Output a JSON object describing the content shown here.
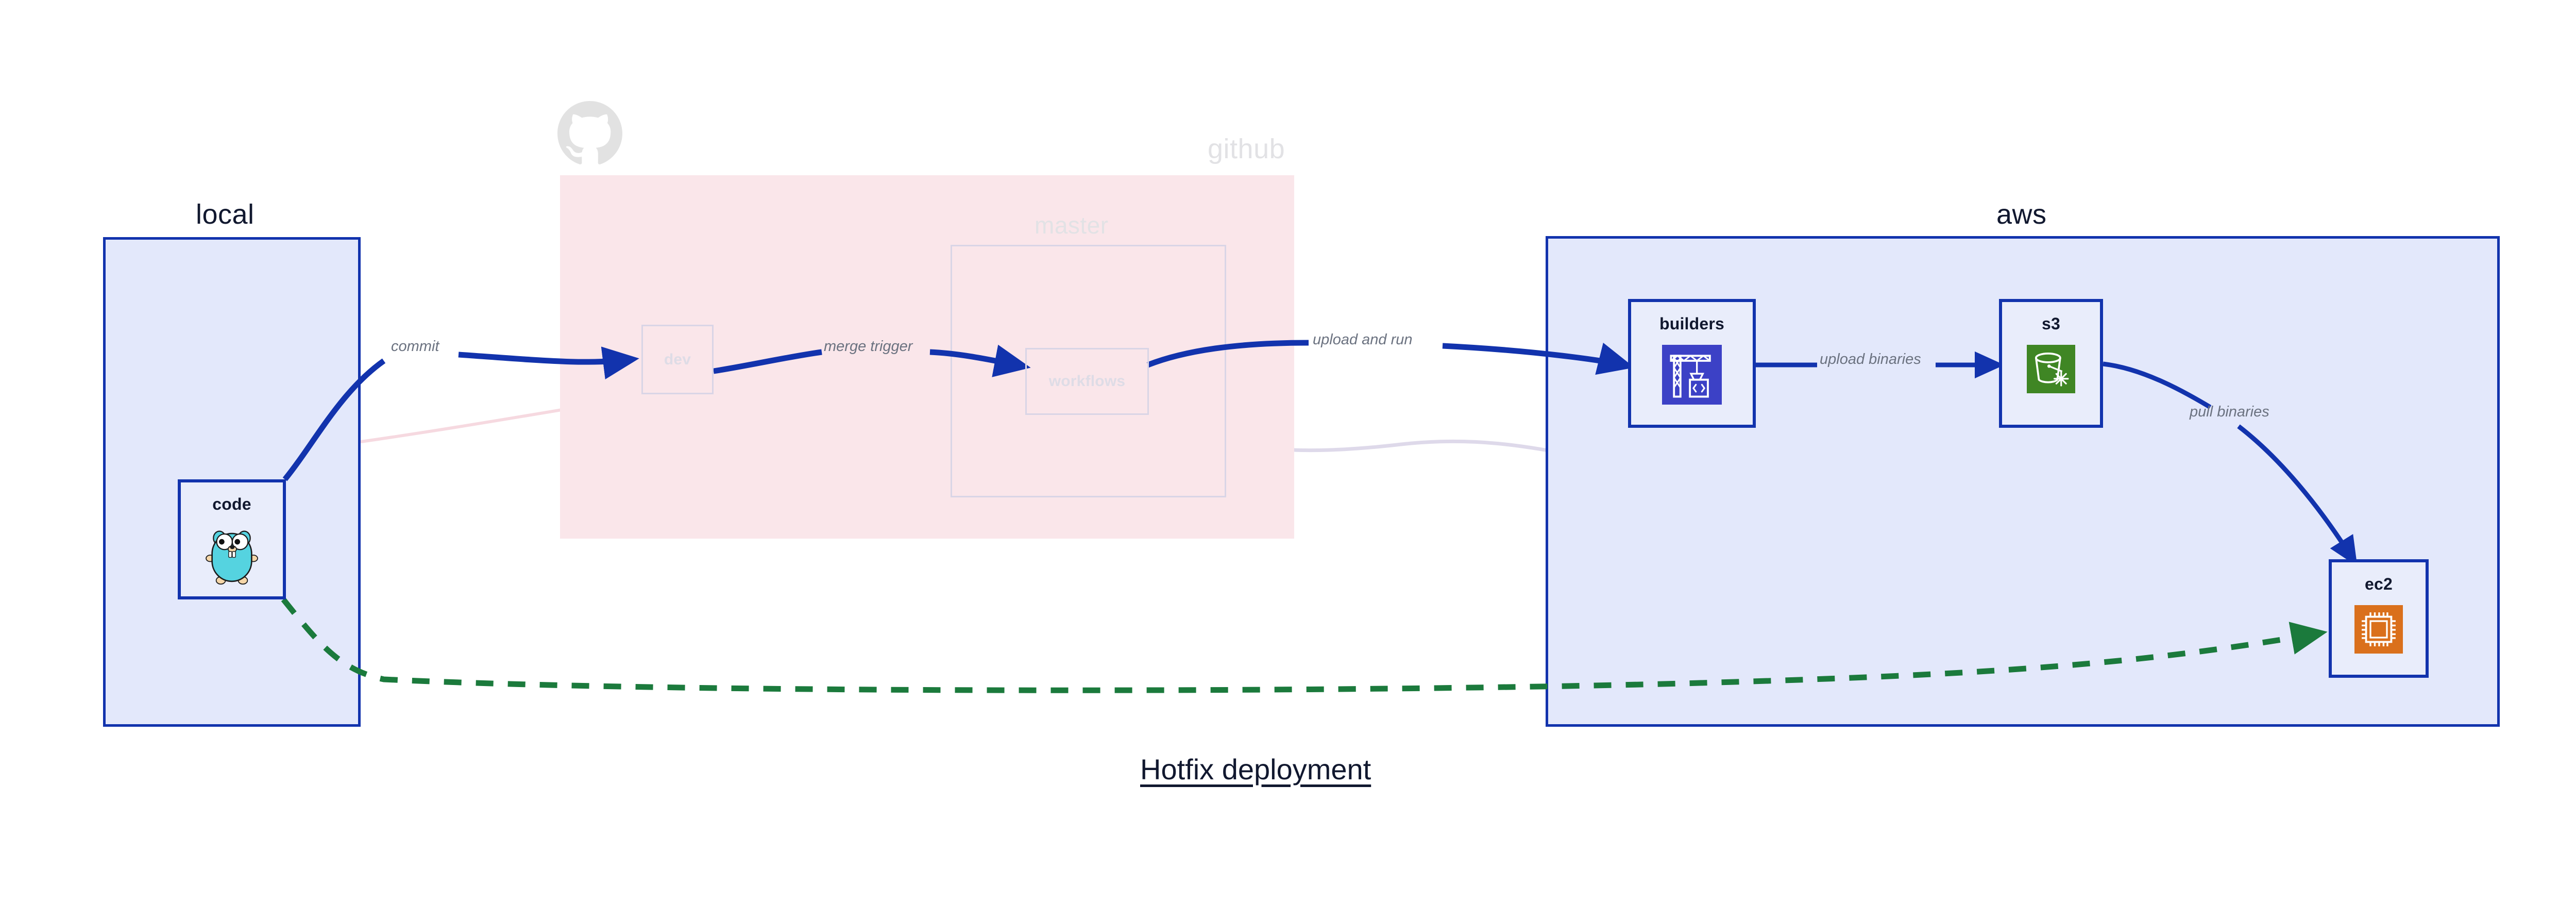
{
  "title": "Hotfix deployment",
  "colors": {
    "cluster_border": "#1233ad",
    "cluster_fill_blue": "#e3e8fb",
    "cluster_fill_pink": "#fae6ea",
    "node_fill": "#e9edfb",
    "edge_active": "#1233ad",
    "edge_faded": "#ded9ea",
    "hotfix_edge": "#1b7a3c",
    "label_text": "#6b7280",
    "ghost_text": "#dedce6",
    "aws_builders_icon": "#3c41c6",
    "aws_s3_icon": "#3f8624",
    "aws_ec2_icon": "#da701c",
    "gopher_body": "#55d3e0"
  },
  "clusters": [
    {
      "id": "local",
      "label": "local",
      "faded": false
    },
    {
      "id": "github",
      "label": "github",
      "faded": true
    },
    {
      "id": "aws",
      "label": "aws",
      "faded": false
    }
  ],
  "subclusters": [
    {
      "id": "master",
      "label": "master",
      "faded": true
    }
  ],
  "nodes": [
    {
      "id": "code",
      "label": "code",
      "icon": "go-gopher-icon",
      "faded": false,
      "cluster": "local"
    },
    {
      "id": "dev",
      "label": "dev",
      "icon": null,
      "faded": true,
      "cluster": "github"
    },
    {
      "id": "workflows",
      "label": "workflows",
      "icon": null,
      "faded": true,
      "cluster": "master"
    },
    {
      "id": "builders",
      "label": "builders",
      "icon": "aws-codebuild-icon",
      "faded": false,
      "cluster": "aws"
    },
    {
      "id": "s3",
      "label": "s3",
      "icon": "aws-s3-glacier-icon",
      "faded": false,
      "cluster": "aws"
    },
    {
      "id": "ec2",
      "label": "ec2",
      "icon": "aws-ec2-icon",
      "faded": false,
      "cluster": "aws"
    }
  ],
  "edges": [
    {
      "id": "commit",
      "from": "code",
      "to": "dev",
      "label": "commit",
      "style": "solid-blue"
    },
    {
      "id": "merge-trigger",
      "from": "dev",
      "to": "workflows",
      "label": "merge trigger",
      "style": "solid-blue"
    },
    {
      "id": "upload-and-run",
      "from": "workflows",
      "to": "builders",
      "label": "upload and run",
      "style": "solid-blue"
    },
    {
      "id": "upload-binaries",
      "from": "builders",
      "to": "s3",
      "label": "upload binaries",
      "style": "solid-blue"
    },
    {
      "id": "pull-binaries",
      "from": "s3",
      "to": "ec2",
      "label": "pull binaries",
      "style": "solid-blue"
    },
    {
      "id": "hotfix-direct",
      "from": "code",
      "to": "ec2",
      "label": "",
      "style": "dashed-green"
    },
    {
      "id": "ghost-a",
      "from": "code",
      "to": "dev",
      "label": "",
      "style": "faded-pink"
    },
    {
      "id": "ghost-b",
      "from": "dev",
      "to": "workflows",
      "label": "",
      "style": "faded-violet"
    },
    {
      "id": "ghost-c",
      "from": "workflows",
      "to": "builders",
      "label": "",
      "style": "faded-violet"
    }
  ],
  "logos": [
    {
      "id": "github-logo",
      "name": "github-octocat-icon",
      "faded": true
    }
  ]
}
